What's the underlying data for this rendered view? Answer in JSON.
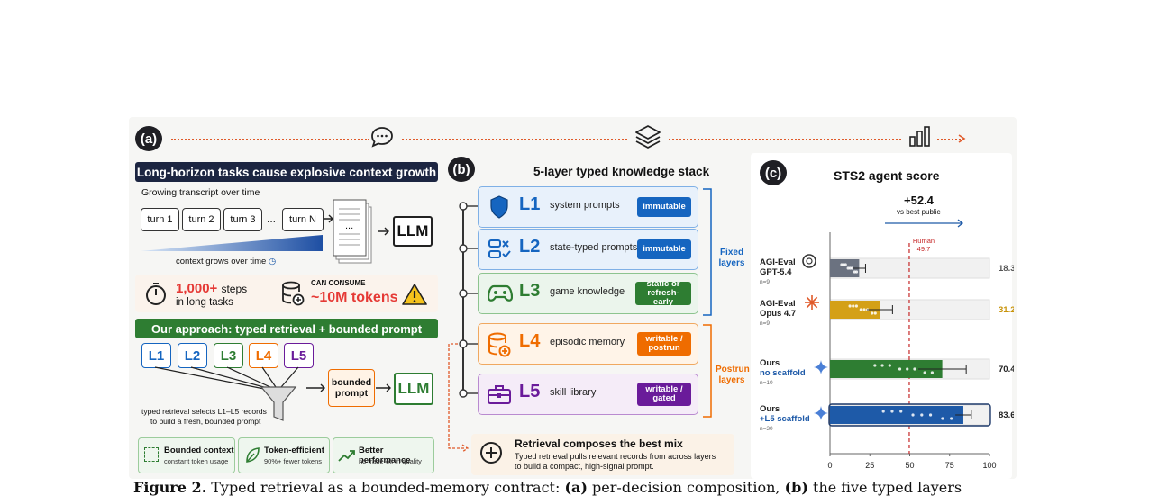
{
  "panels": {
    "a": "(a)",
    "b": "(b)",
    "c": "(c)"
  },
  "panel_a": {
    "header": "Long-horizon tasks cause explosive context growth",
    "transcript_label": "Growing transcript over time",
    "turns": [
      "turn 1",
      "turn 2",
      "turn 3",
      "...",
      "turn N"
    ],
    "doc_dots": "...",
    "llm": "LLM",
    "context_label": "context grows over time",
    "steps_big": "1,000+",
    "steps_small": "steps",
    "steps_sub": "in long tasks",
    "can_consume": "CAN CONSUME",
    "tokens": "~10M tokens",
    "approach_header": "Our approach: typed retrieval + bounded prompt",
    "layers": [
      "L1",
      "L2",
      "L3",
      "L4",
      "L5"
    ],
    "bounded_prompt": "bounded prompt",
    "retrieval_note_1": "typed retrieval selects L1–L5 records",
    "retrieval_note_2": "to build a fresh, bounded prompt",
    "features": [
      {
        "title": "Bounded context",
        "sub": "constant token usage"
      },
      {
        "title": "Token-efficient",
        "sub": "90%+ fewer tokens"
      },
      {
        "title": "Better performance",
        "sub": "no trade-off in quality"
      }
    ]
  },
  "panel_b": {
    "title": "5-layer typed knowledge stack",
    "layers": [
      {
        "code": "L1",
        "desc": "system prompts",
        "tag": "immutable",
        "color": "#1565c0",
        "bg": "#e8f1fb",
        "border": "#7fb0e6"
      },
      {
        "code": "L2",
        "desc": "state-typed prompts",
        "tag": "immutable",
        "color": "#1565c0",
        "bg": "#e8f1fb",
        "border": "#7fb0e6"
      },
      {
        "code": "L3",
        "desc": "game knowledge",
        "tag": "static or refresh-early",
        "color": "#2e7d32",
        "bg": "#ebf5ec",
        "border": "#8dc48f"
      },
      {
        "code": "L4",
        "desc": "episodic memory",
        "tag": "writable / postrun",
        "color": "#ef6c00",
        "bg": "#fff4e8",
        "border": "#f0a860"
      },
      {
        "code": "L5",
        "desc": "skill library",
        "tag": "writable / gated",
        "color": "#6a1b9a",
        "bg": "#f5ecf8",
        "border": "#b98ad0"
      }
    ],
    "fixed_label": "Fixed layers",
    "postrun_label": "Postrun layers",
    "compose_title": "Retrieval composes the best mix",
    "compose_sub_1": "Typed retrieval pulls relevant records from across layers",
    "compose_sub_2": "to build a compact, high-signal prompt."
  },
  "chart_data": {
    "type": "bar",
    "title": "STS2 agent score",
    "annotation": "+52.4",
    "annotation_sub": "vs best public",
    "human_label": "Human",
    "human_value": 49.7,
    "xlim": [
      0,
      100
    ],
    "xticks": [
      "0",
      "25",
      "50",
      "75",
      "100"
    ],
    "categories": [
      {
        "line1": "AGI-Eval",
        "line2": "GPT-5.4",
        "n": "n=9",
        "value": 18.3,
        "err": 4,
        "color": "#6b7280",
        "label_color": "#555555"
      },
      {
        "line1": "AGI-Eval",
        "line2": "Opus 4.7",
        "n": "n=9",
        "value": 31.2,
        "err": 8,
        "color": "#d4a017",
        "label_color": "#c8930a"
      },
      {
        "line1": "Ours",
        "line2": "no scaffold",
        "n": "n=10",
        "value": 70.4,
        "err": 15,
        "color": "#2e7d32",
        "label_color": "#222222"
      },
      {
        "line1": "Ours",
        "line2": "+L5 scaffold",
        "n": "n=30",
        "value": 83.6,
        "err": 5,
        "color": "#1e5aa8",
        "label_color": "#222222"
      }
    ]
  },
  "caption": {
    "prefix": "Figure 2.",
    "text": " Typed retrieval as a bounded-memory contract: ",
    "a": "(a)",
    "mid": " per-decision composition, ",
    "b": "(b)",
    "end": " the five typed layers"
  }
}
